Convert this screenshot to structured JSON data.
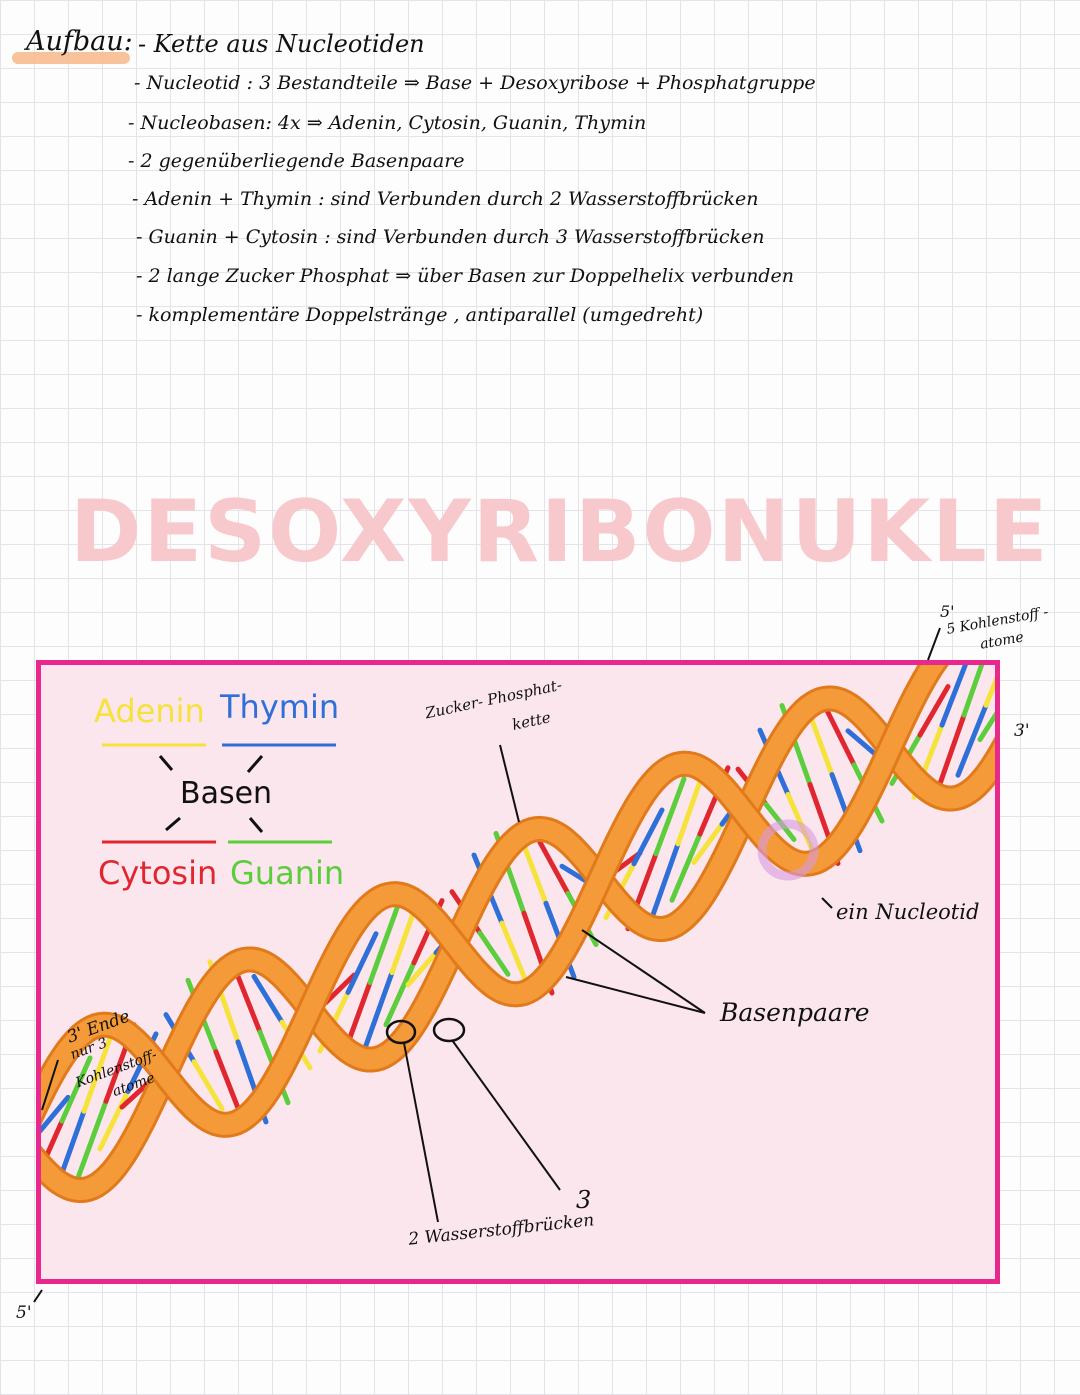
{
  "notes": {
    "heading": "Aufbau:",
    "heading_rest": "- Kette aus Nucleotiden",
    "bullets": [
      "- Nucleotid :  3 Bestandteile ⇒ Base + Desoxyribose + Phosphatgruppe",
      "- Nucleobasen: 4x  ⇒ Adenin, Cytosin, Guanin, Thymin",
      "- 2 gegenüberliegende Basenpaare",
      "- Adenin + Thymin : sind Verbunden durch 2 Wasserstoffbrücken",
      "- Guanin + Cytosin : sind Verbunden durch 3 Wasserstoffbrücken",
      "- 2 lange Zucker Phosphat ⇒ über Basen zur Doppelhelix verbunden",
      "- komplementäre Doppelstränge , antiparallel  (umgedreht)"
    ]
  },
  "watermark": "DESOXYRIBONUKLE",
  "legend": {
    "adenin": "Adenin",
    "thymin": "Thymin",
    "basen": "Basen",
    "cytosin": "Cytosin",
    "guanin": "Guanin"
  },
  "labels": {
    "zucker_phosphat": "Zucker- Phosphat-",
    "kette": "kette",
    "ein_nucleotid": "ein Nucleotid",
    "basenpaare": "Basenpaare",
    "wasserstoff": "2 Wasserstoffbrücken",
    "drei": "3",
    "end3_a": "3' Ende",
    "end3_b": "nur 3",
    "end3_c": "Kohlenstoff-",
    "end3_d": "atome",
    "five_top": "5'",
    "kohlen_top": "5 Kohlenstoff -",
    "atome_top": "atome",
    "three_right": "3'",
    "five_bottom": "5'"
  },
  "colors": {
    "adenin": "#f5e23a",
    "thymin": "#2f6fd8",
    "cytosin": "#e0262e",
    "guanin": "#5ccd3c",
    "backbone": "#f59a38",
    "backbone_edge": "#e07a1a",
    "panel_border": "#e8288c",
    "panel_fill": "#fbe6ee",
    "watermark": "#f8c9cc",
    "highlight": "#f7b98a",
    "nucleotid_circle": "#d89ae0"
  }
}
